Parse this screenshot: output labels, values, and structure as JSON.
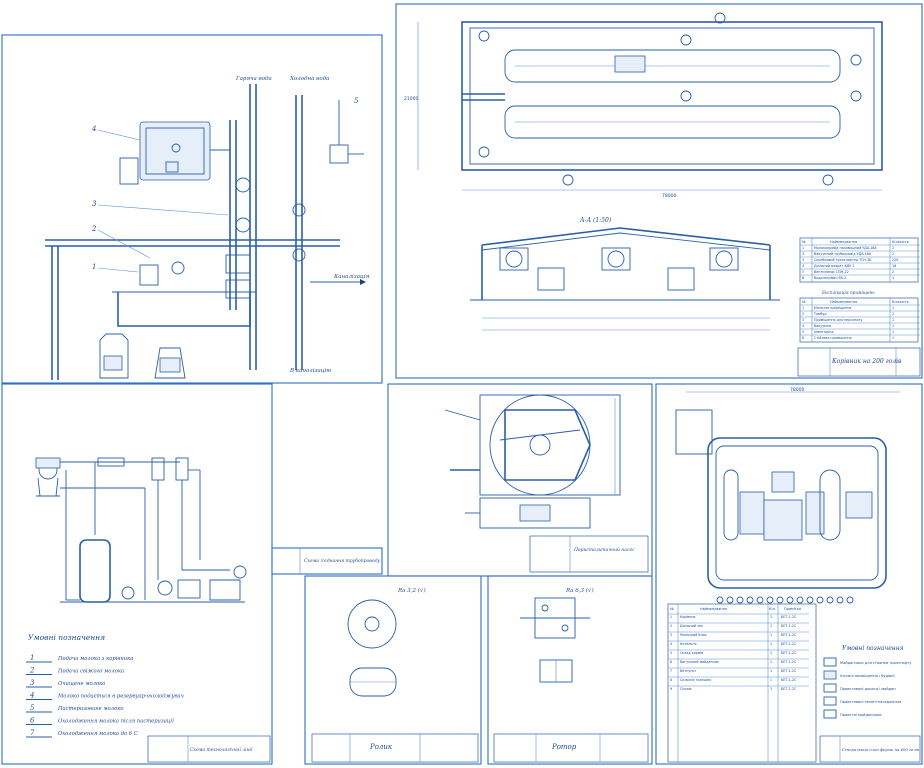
{
  "sheets": {
    "flow_diagram": {
      "labels": {
        "hot_water": "Гаряча вода",
        "cold_water": "Холодна вода",
        "drain": "Каналізація",
        "to_drain": "В каналізацію",
        "items": [
          "1",
          "2",
          "3",
          "4",
          "5"
        ]
      }
    },
    "site_plan": {
      "title": "Корівник на 200 голів",
      "dim_width": "78000",
      "dim_height": "21000",
      "section_label": "А-А (1:50)",
      "table1_header": [
        "№",
        "Найменування",
        "Кількість"
      ],
      "table1_rows": [
        [
          "1",
          "Молокопровід пасовищний УДА-16А",
          "2"
        ],
        [
          "2",
          "Вакуумний трубопровід УДА-16А",
          "2"
        ],
        [
          "3",
          "Скребковий транспортер ТСН-3Б",
          "220"
        ],
        [
          "4",
          "Доїльний апарат АДУ-1",
          "16"
        ],
        [
          "5",
          "Вентилятор СПМ-22",
          "2"
        ],
        [
          "6",
          "Водонагрівач ЕВ-2",
          "1"
        ]
      ],
      "table2_title": "Експлікація приміщень",
      "table2_header": [
        "№",
        "Найменування",
        "Кількість"
      ],
      "table2_rows": [
        [
          "1",
          "Молочне приміщення",
          "1"
        ],
        [
          "2",
          "Тамбур",
          "2"
        ],
        [
          "3",
          "Приміщення для персоналу",
          "1"
        ],
        [
          "4",
          "Вакуумна",
          "1"
        ],
        [
          "5",
          "Інвентарна",
          "1"
        ],
        [
          "6",
          "Стійлове приміщення",
          "1"
        ]
      ]
    },
    "milk_scheme": {
      "title": "Схема обробки молока",
      "legend_title": "Умовні позначення",
      "legend": [
        {
          "num": "1",
          "text": "Подача молока з корівника"
        },
        {
          "num": "2",
          "text": "Подача свіжого молока"
        },
        {
          "num": "3",
          "text": "Очищене молоко"
        },
        {
          "num": "4",
          "text": "Молоко подається в резервуар-охолоджувач"
        },
        {
          "num": "5",
          "text": "Пастеризоване молоко"
        },
        {
          "num": "6",
          "text": "Охолодження молока після пастеризації"
        },
        {
          "num": "7",
          "text": "Охолодження молока до 6 С"
        }
      ],
      "stamp_title": "Схема технологічної лінії"
    },
    "valve_sheet": {
      "stamp_title": "Схема з'єднання трубопроводу"
    },
    "pump_sheet": {
      "stamp_title": "Перистальтичний насос"
    },
    "roller_sheet": {
      "title": "Ролик",
      "roughness": "Ra 3,2 (√)"
    },
    "rotor_sheet": {
      "title": "Ротор",
      "roughness": "Ra 6,3 (√)"
    },
    "layout_sheet": {
      "dim_width": "78000",
      "stamp_title": "Генеральний план ферми на 400 голів",
      "table_header": [
        "№",
        "Найменування",
        "Кіл.",
        "Примітка"
      ],
      "table_rows": [
        [
          "1",
          "Корівник",
          "1",
          "БЕТ-1-2С"
        ],
        [
          "2",
          "Доїльний зал",
          "1",
          "БЕТ-1-2С"
        ],
        [
          "3",
          "Молочний блок",
          "1",
          "БЕТ-1-2С"
        ],
        [
          "4",
          "Котельня",
          "1",
          "БЕТ-1-2С"
        ],
        [
          "5",
          "Склад кормів",
          "1",
          "БЕТ-1-2С"
        ],
        [
          "6",
          "Вигульний майданчик",
          "1",
          "БЕТ-1-2С"
        ],
        [
          "7",
          "Ветпункт",
          "1",
          "БЕТ-1-2С"
        ],
        [
          "8",
          "Силосна траншея",
          "1",
          "БЕТ-1-2С"
        ],
        [
          "9",
          "Сінник",
          "1",
          "БЕТ-1-2С"
        ]
      ],
      "legend_title": "Умовні позначення",
      "legend": [
        "Майданчики для стоянки транспорту",
        "Існуючі приміщення і будівлі",
        "Проектовані дороги і майдан",
        "Проектовані зелені насадження",
        "Проектні майданчики"
      ]
    }
  }
}
